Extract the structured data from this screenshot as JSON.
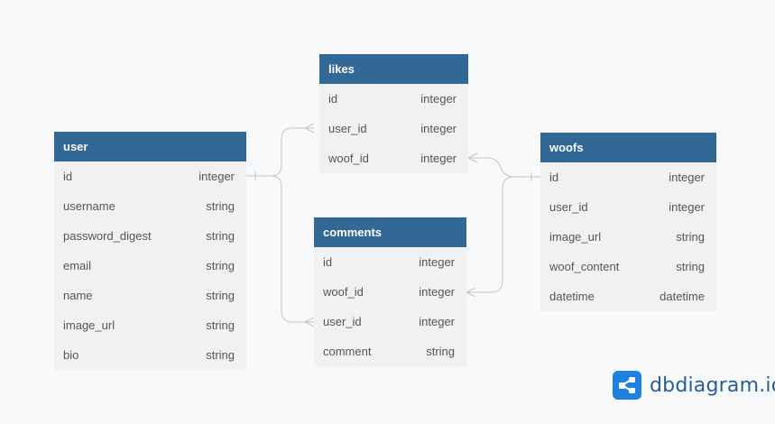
{
  "tables": {
    "user": {
      "name": "user",
      "fields": [
        {
          "name": "id",
          "type": "integer"
        },
        {
          "name": "username",
          "type": "string"
        },
        {
          "name": "password_digest",
          "type": "string"
        },
        {
          "name": "email",
          "type": "string"
        },
        {
          "name": "name",
          "type": "string"
        },
        {
          "name": "image_url",
          "type": "string"
        },
        {
          "name": "bio",
          "type": "string"
        }
      ]
    },
    "likes": {
      "name": "likes",
      "fields": [
        {
          "name": "id",
          "type": "integer"
        },
        {
          "name": "user_id",
          "type": "integer"
        },
        {
          "name": "woof_id",
          "type": "integer"
        }
      ]
    },
    "comments": {
      "name": "comments",
      "fields": [
        {
          "name": "id",
          "type": "integer"
        },
        {
          "name": "woof_id",
          "type": "integer"
        },
        {
          "name": "user_id",
          "type": "integer"
        },
        {
          "name": "comment",
          "type": "string"
        }
      ]
    },
    "woofs": {
      "name": "woofs",
      "fields": [
        {
          "name": "id",
          "type": "integer"
        },
        {
          "name": "user_id",
          "type": "integer"
        },
        {
          "name": "image_url",
          "type": "string"
        },
        {
          "name": "woof_content",
          "type": "string"
        },
        {
          "name": "datetime",
          "type": "datetime"
        }
      ]
    }
  },
  "relations": [
    {
      "from": "user.id",
      "to": "likes.user_id"
    },
    {
      "from": "user.id",
      "to": "comments.user_id"
    },
    {
      "from": "woofs.id",
      "to": "likes.woof_id"
    },
    {
      "from": "woofs.id",
      "to": "comments.woof_id"
    }
  ],
  "brand": {
    "text": "dbdiagram.io"
  },
  "colors": {
    "header": "#316896",
    "body": "#f1f1f1",
    "connector": "#c4c4c4",
    "brand_icon": "#1f80e0",
    "brand_text": "#2a5d92"
  }
}
